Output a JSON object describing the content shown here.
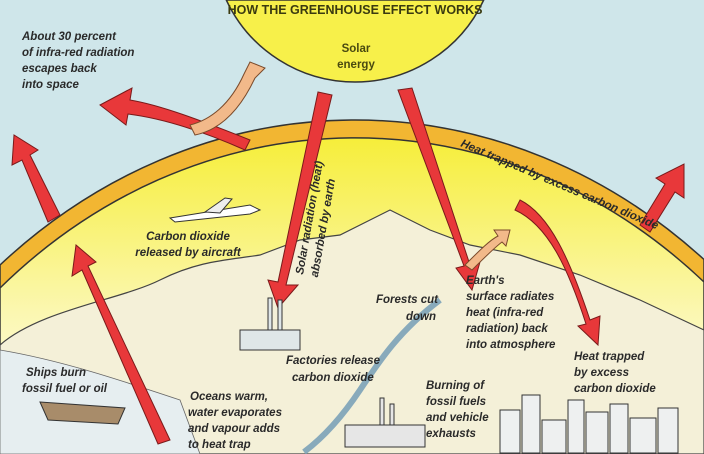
{
  "title": "HOW THE GREENHOUSE EFFECT WORKS",
  "sun_label": [
    "Solar",
    "energy"
  ],
  "escape_label": [
    "About 30 percent",
    "of infra-red radiation",
    "escapes back",
    "into space"
  ],
  "atmosphere_label": "Heat trapped by excess carbon dioxide",
  "solar_radiation_label": [
    "Solar radiation (heat)",
    "absorbed by earth"
  ],
  "aircraft_label": [
    "Carbon dioxide",
    "released by aircraft"
  ],
  "forests_label": [
    "Forests cut",
    "down"
  ],
  "earth_radiates_label": [
    "Earth's",
    "surface radiates",
    "heat (infra-red",
    "radiation) back",
    "into atmosphere"
  ],
  "heat_trapped_label": [
    "Heat trapped",
    "by excess",
    "carbon dioxide"
  ],
  "factories_label": [
    "Factories release",
    "carbon dioxide"
  ],
  "ships_label": [
    "Ships burn",
    "fossil fuel or oil"
  ],
  "oceans_label": [
    "Oceans warm,",
    "water evaporates",
    "and vapour adds",
    "to heat trap"
  ],
  "burning_label": [
    "Burning of",
    "fossil fuels",
    "and vehicle",
    "exhausts"
  ],
  "colors": {
    "sky": "#cfe6ea",
    "sun": "#f7f04a",
    "atmosphere": "#f2b632",
    "arrow": "#e8383a",
    "reflected": "#f2b98a"
  }
}
